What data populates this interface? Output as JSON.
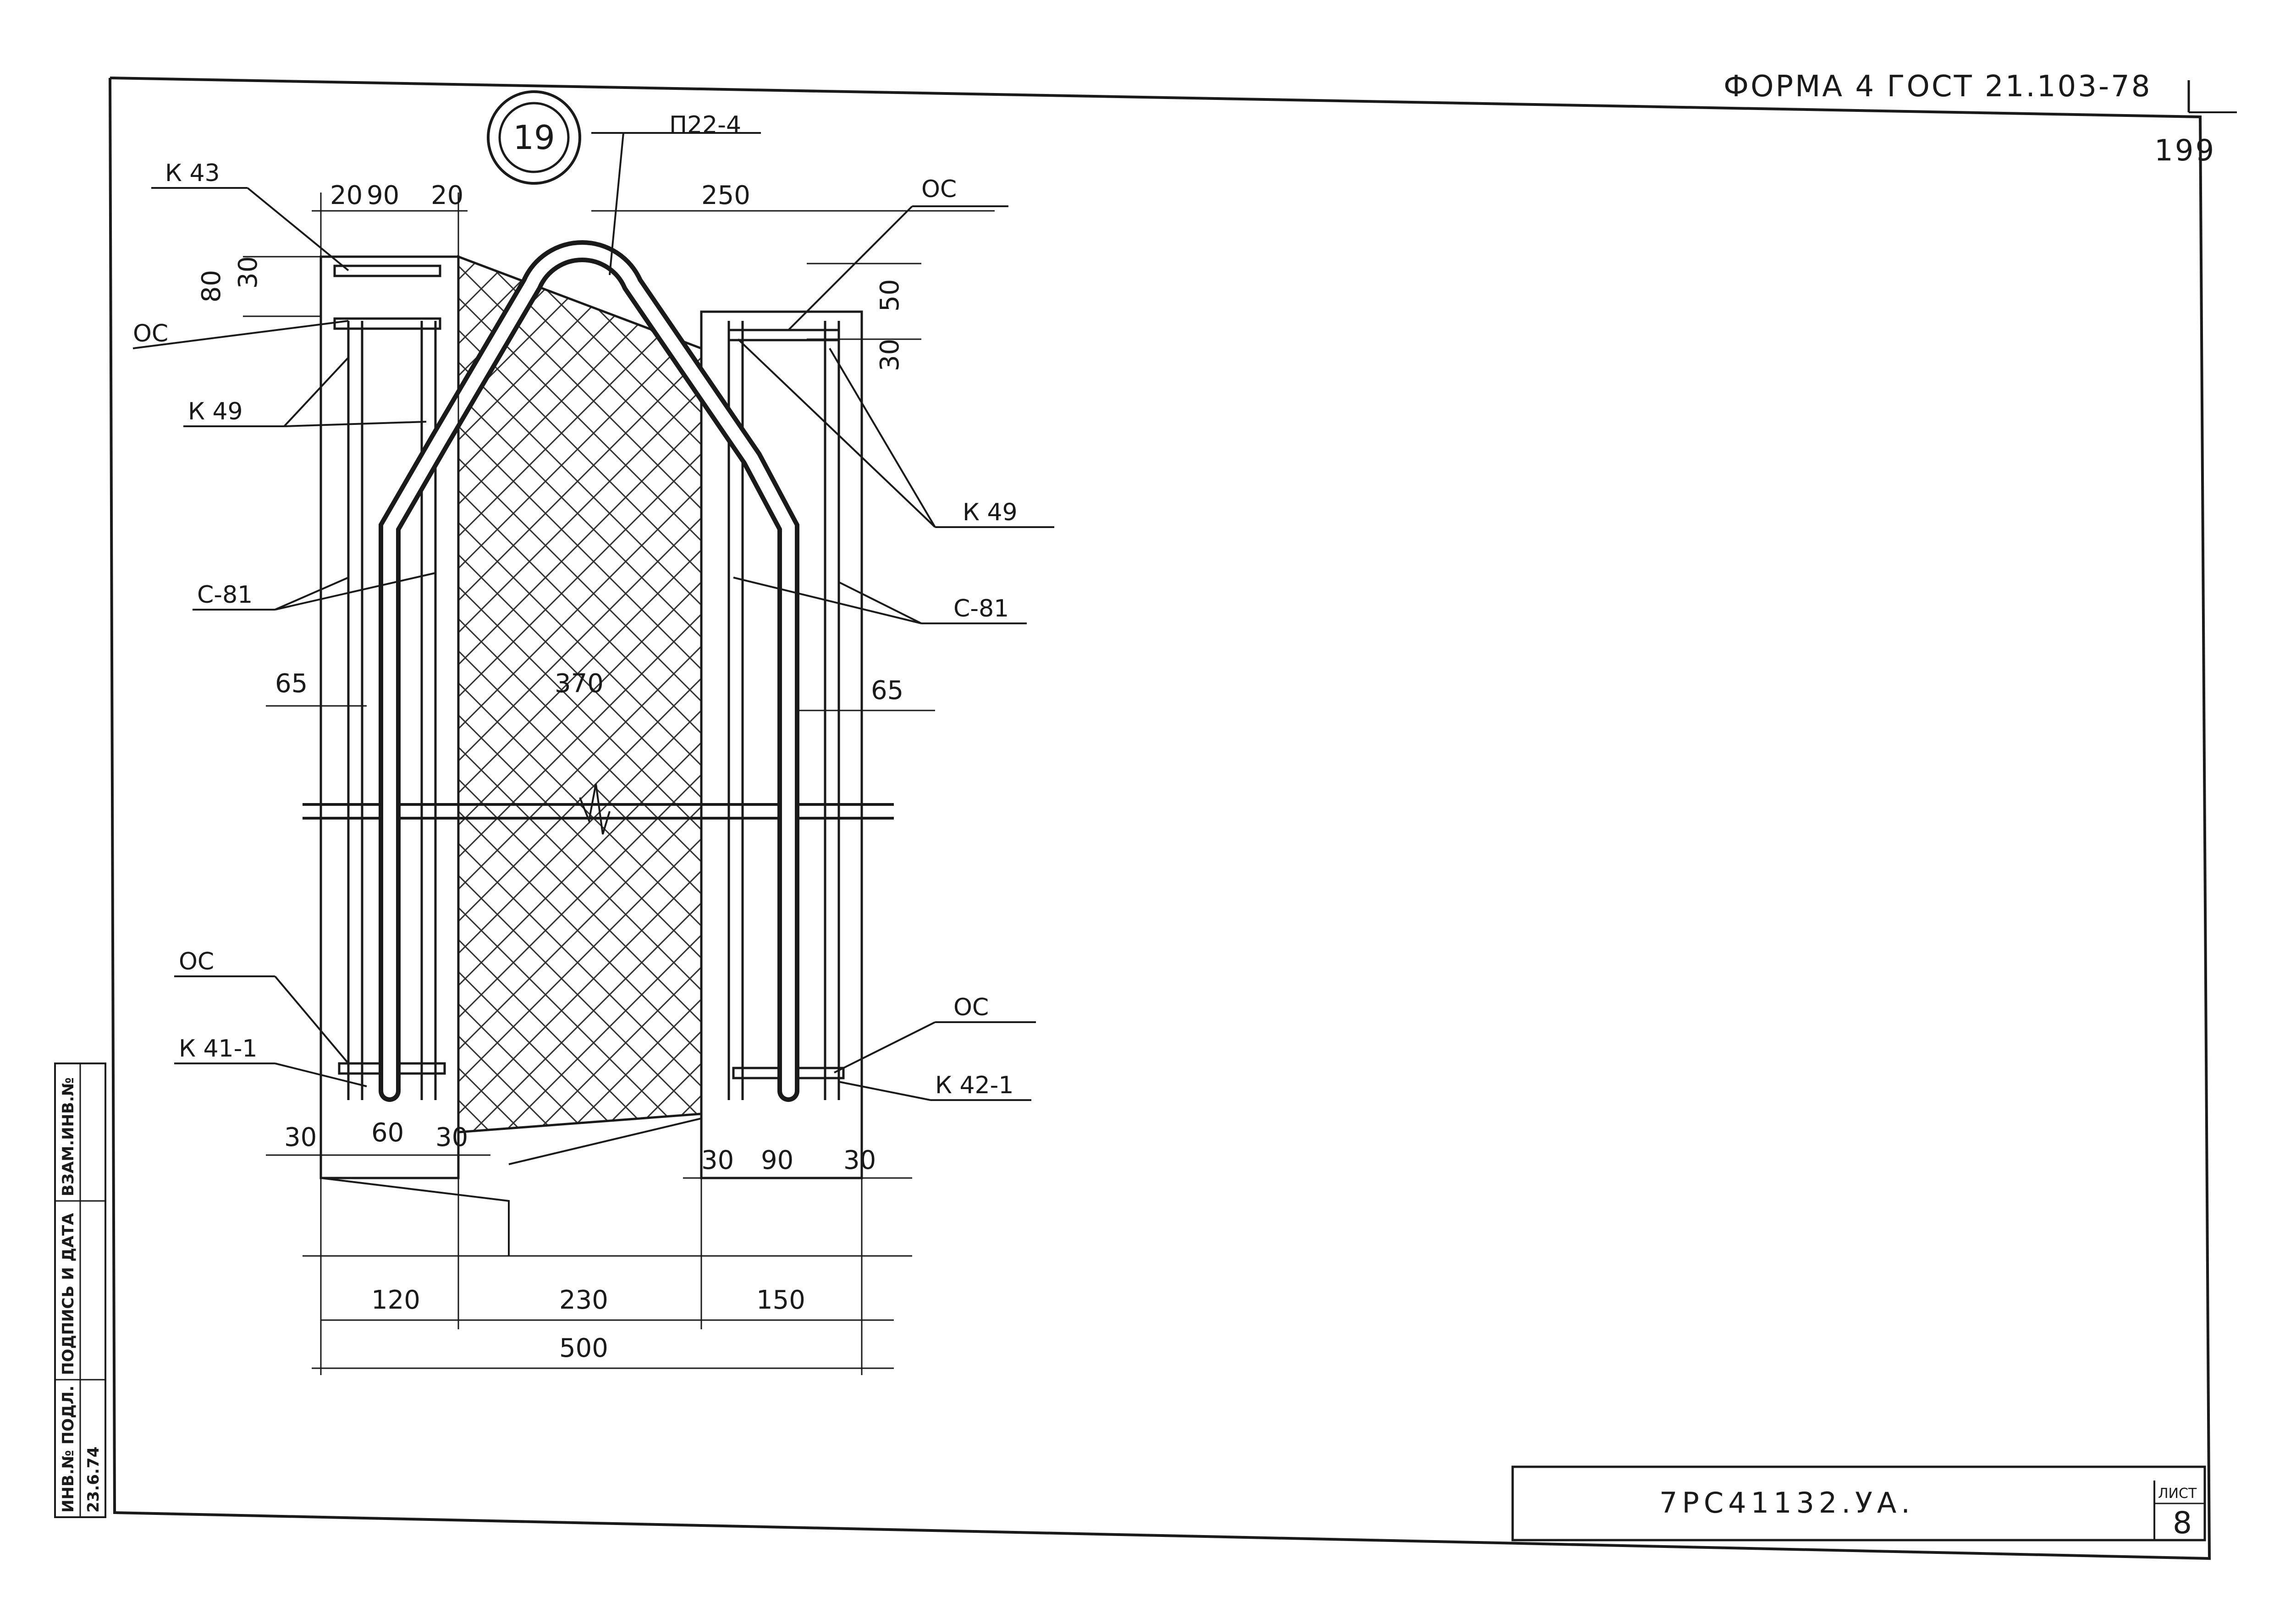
{
  "header": {
    "form_ref": "ФОРМА 4  ГОСТ 21.103-78",
    "page_number": "199"
  },
  "node": {
    "number": "19"
  },
  "labels": {
    "p22_4": "П22-4",
    "k43": "К 43",
    "oc_top_left": "ОС",
    "oc_top_right": "ОС",
    "k49_left": "К 49",
    "k49_right": "К 49",
    "c81_left": "С-81",
    "c81_right": "С-81",
    "oc_bottom_left": "ОС",
    "oc_bottom_right": "ОС",
    "k41_1": "К 41-1",
    "k42_1": "К 42-1"
  },
  "dimensions": {
    "top_20a": "20",
    "top_90": "90",
    "top_20b": "20",
    "top_250": "250",
    "v_80": "80",
    "v_30_left": "30",
    "v_50": "50",
    "v_30_right": "30",
    "side_65_left": "65",
    "side_65_right": "65",
    "mid_370": "370",
    "bl_30": "30",
    "bl_60": "60",
    "bl_30b": "30",
    "br_30": "30",
    "br_90": "90",
    "br_30b": "30",
    "b_120": "120",
    "b_230": "230",
    "b_150": "150",
    "total_500": "500"
  },
  "side_stamp": {
    "inv_podl": "ИНВ.№ ПОДЛ.",
    "podpis_data": "ПОДПИСЬ И ДАТА",
    "vzam_inv": "ВЗАМ.ИНВ.№",
    "inv_value": "23.6.74"
  },
  "title_block": {
    "document_code": "7РС41132.УА.",
    "sheet_label": "ЛИСТ",
    "sheet_number": "8"
  }
}
